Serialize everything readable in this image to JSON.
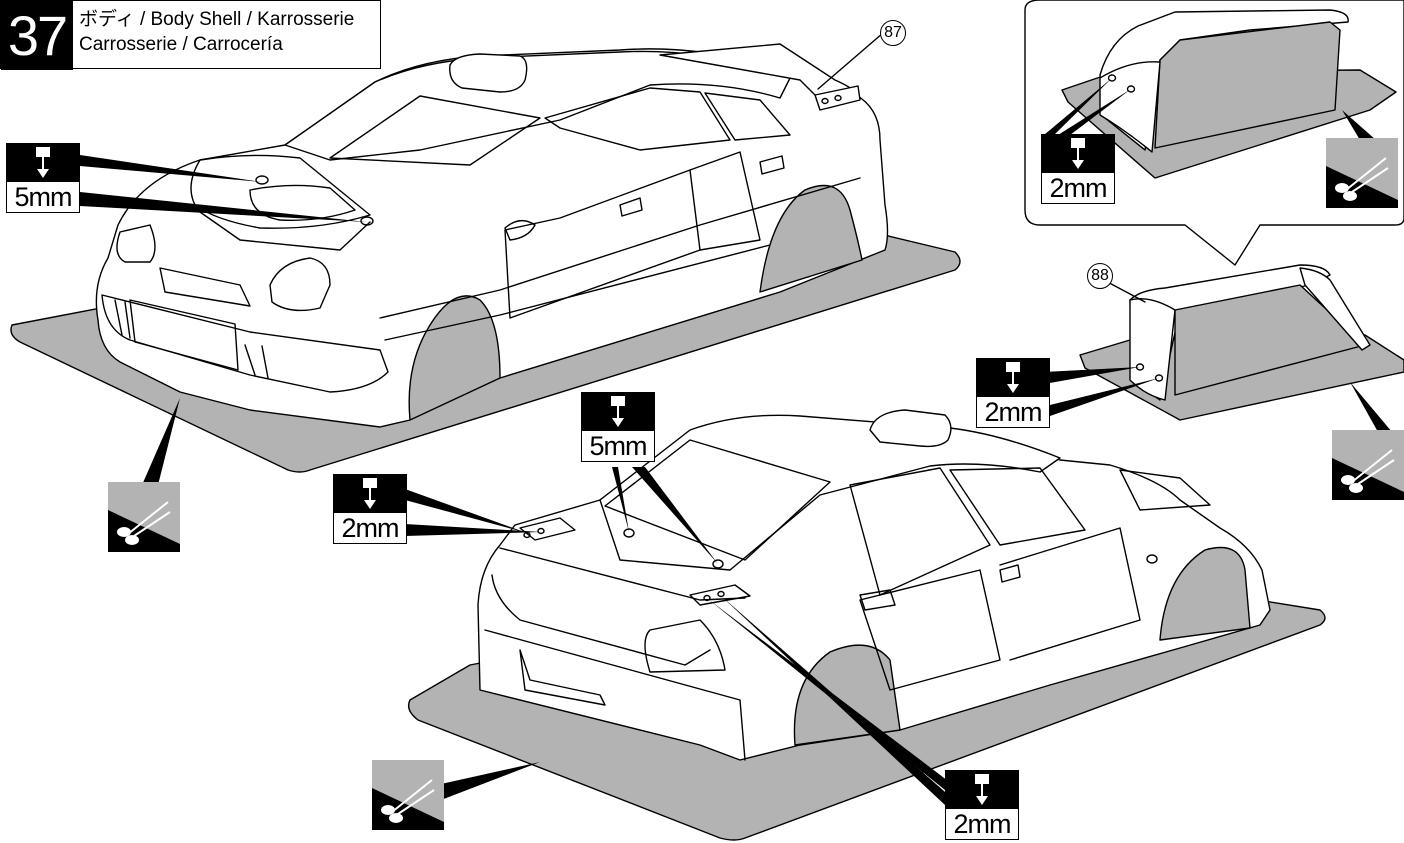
{
  "step": {
    "number": "37",
    "title_line1": "ボディ / Body Shell / Karrosserie",
    "title_line2": "Carrosserie / Carrocería"
  },
  "parts": {
    "body_shell": "87",
    "rear_wing": "88"
  },
  "drill_labels": {
    "front_hood": "5mm",
    "rear_window": "5mm",
    "rear_wing_left": "2mm",
    "rear_wing_right": "2mm",
    "wing_detail": "2mm",
    "wing_side": "2mm"
  },
  "icons": {
    "drill": "drill-bit-icon",
    "cut": "scissors-cut-icon"
  },
  "colors": {
    "line": "#000000",
    "fill_gray": "#b3b3b3",
    "background": "#ffffff"
  }
}
